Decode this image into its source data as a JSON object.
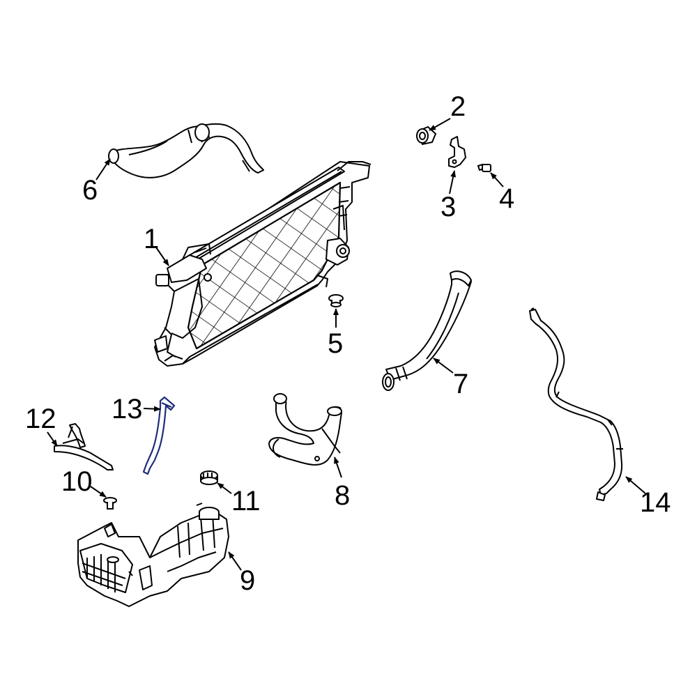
{
  "diagram": {
    "callouts": [
      {
        "id": "1",
        "label": "1",
        "part": "radiator"
      },
      {
        "id": "2",
        "label": "2",
        "part": "grommet"
      },
      {
        "id": "3",
        "label": "3",
        "part": "bracket"
      },
      {
        "id": "4",
        "label": "4",
        "part": "bolt"
      },
      {
        "id": "5",
        "label": "5",
        "part": "mount-insulator"
      },
      {
        "id": "6",
        "label": "6",
        "part": "upper-hose"
      },
      {
        "id": "7",
        "label": "7",
        "part": "lower-hose"
      },
      {
        "id": "8",
        "label": "8",
        "part": "hose-assembly"
      },
      {
        "id": "9",
        "label": "9",
        "part": "reservoir-tank"
      },
      {
        "id": "10",
        "label": "10",
        "part": "push-pin"
      },
      {
        "id": "11",
        "label": "11",
        "part": "reservoir-cap"
      },
      {
        "id": "12",
        "label": "12",
        "part": "overflow-hose"
      },
      {
        "id": "13",
        "label": "13",
        "part": "highlighted-hose"
      },
      {
        "id": "14",
        "label": "14",
        "part": "bypass-hose"
      }
    ],
    "colors": {
      "line": "#000000",
      "highlight": "#1e2e7a",
      "background": "#ffffff"
    }
  }
}
